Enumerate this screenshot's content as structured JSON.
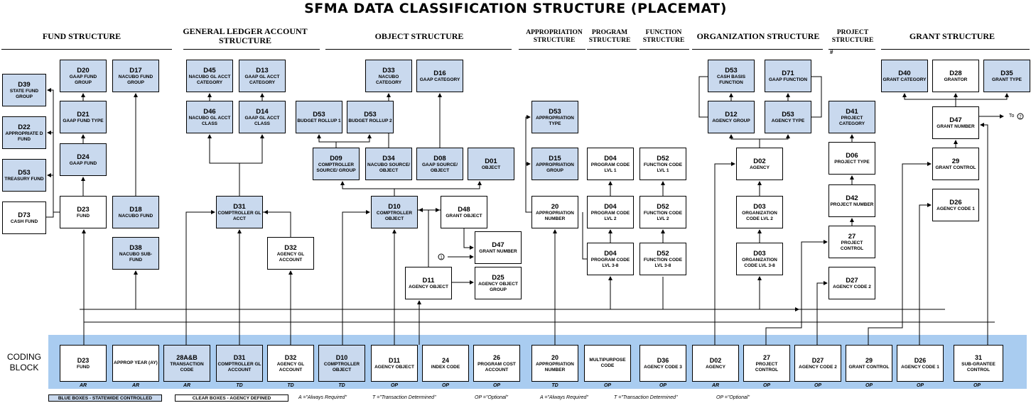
{
  "title": "SFMA DATA CLASSIFICATION STRUCTURE (PLACEMAT)",
  "sections": [
    {
      "id": "fund",
      "label": "FUND STRUCTURE"
    },
    {
      "id": "gl",
      "label": "GENERAL LEDGER ACCOUNT STRUCTURE"
    },
    {
      "id": "object",
      "label": "OBJECT STRUCTURE"
    },
    {
      "id": "appropriation",
      "label": "APPROPRIATION STRUCTURE"
    },
    {
      "id": "program",
      "label": "PROGRAM STRUCTURE"
    },
    {
      "id": "function",
      "label": "FUNCTION STRUCTURE"
    },
    {
      "id": "organization",
      "label": "ORGANIZATION STRUCTURE"
    },
    {
      "id": "project",
      "label": "PROJECT STRUCTURE"
    },
    {
      "id": "grant",
      "label": "GRANT STRUCTURE"
    }
  ],
  "section_labels": {
    "gl_line1": "GENERAL LEDGER ACCOUNT",
    "gl_line2": "STRUCTURE",
    "approp_line1": "APPROPRIATION",
    "approp_line2": "STRUCTURE",
    "program_line1": "PROGRAM",
    "program_line2": "STRUCTURE",
    "function_line1": "FUNCTION",
    "function_line2": "STRUCTURE",
    "project_line1": "PROJECT",
    "project_line2": "STRUCTURE"
  },
  "project_mark": "#",
  "boxes": {
    "d39": {
      "code": "D39",
      "name": "State Fund Group",
      "blue": true
    },
    "d22": {
      "code": "D22",
      "name": "Appropriate D Fund",
      "blue": true
    },
    "d53_treasury": {
      "code": "D53",
      "name": "Treasury Fund",
      "blue": true
    },
    "d73": {
      "code": "D73",
      "name": "Cash Fund",
      "blue": false
    },
    "d20": {
      "code": "D20",
      "name": "GAAP Fund Group",
      "blue": true
    },
    "d21": {
      "code": "D21",
      "name": "GAAP Fund Type",
      "blue": true
    },
    "d24": {
      "code": "D24",
      "name": "GAAP Fund",
      "blue": true
    },
    "d23": {
      "code": "D23",
      "name": "Fund",
      "blue": false
    },
    "d17": {
      "code": "D17",
      "name": "NACUBO Fund Group",
      "blue": true
    },
    "d18": {
      "code": "D18",
      "name": "NACUBO Fund",
      "blue": true
    },
    "d38": {
      "code": "D38",
      "name": "NACUBO Sub-Fund",
      "blue": true
    },
    "d45": {
      "code": "D45",
      "name": "NACUBO GL Acct Category",
      "blue": true
    },
    "d13": {
      "code": "D13",
      "name": "GAAP GL Acct Category",
      "blue": true
    },
    "d46": {
      "code": "D46",
      "name": "NACUBO GL Acct Class",
      "blue": true
    },
    "d14": {
      "code": "D14",
      "name": "GAAP GL Acct Class",
      "blue": true
    },
    "d31": {
      "code": "D31",
      "name": "Comptroller GL Acct",
      "blue": true
    },
    "d32": {
      "code": "D32",
      "name": "Agency GL Account",
      "blue": false
    },
    "d33": {
      "code": "D33",
      "name": "NACUBO Category",
      "blue": true
    },
    "d16": {
      "code": "D16",
      "name": "GAAP Category",
      "blue": true
    },
    "d53_br1": {
      "code": "D53",
      "name": "Budget Rollup 1",
      "blue": true
    },
    "d53_br2": {
      "code": "D53",
      "name": "Budget Rollup 2",
      "blue": true
    },
    "d09": {
      "code": "D09",
      "name": "Comptroller Source/ Group",
      "blue": true
    },
    "d34": {
      "code": "D34",
      "name": "NACUBO Source/ Object",
      "blue": true
    },
    "d08": {
      "code": "D08",
      "name": "GAAP Source/ Object",
      "blue": true
    },
    "d01": {
      "code": "D01",
      "name": "Object",
      "blue": true
    },
    "d10": {
      "code": "D10",
      "name": "Comptroller Object",
      "blue": true
    },
    "d48": {
      "code": "D48",
      "name": "Grant Object",
      "blue": false
    },
    "d47_obj": {
      "code": "D47",
      "name": "Grant Number",
      "blue": false
    },
    "d11": {
      "code": "D11",
      "name": "Agency Object",
      "blue": false
    },
    "d25": {
      "code": "D25",
      "name": "Agency Object Group",
      "blue": false
    },
    "d53_approp": {
      "code": "D53",
      "name": "Appropriation Type",
      "blue": true
    },
    "d15": {
      "code": "D15",
      "name": "Appropriation Group",
      "blue": true
    },
    "a20": {
      "code": "20",
      "name": "Appropriation Number",
      "blue": false
    },
    "d04_1": {
      "code": "D04",
      "name": "Program Code Lvl 1",
      "blue": false
    },
    "d04_2": {
      "code": "D04",
      "name": "Program Code Lvl 2",
      "blue": false
    },
    "d04_3": {
      "code": "D04",
      "name": "Program Code Lvl 3-8",
      "blue": false
    },
    "d52_1": {
      "code": "D52",
      "name": "Function Code Lvl 1",
      "blue": false
    },
    "d52_2": {
      "code": "D52",
      "name": "Function Code Lvl 2",
      "blue": false
    },
    "d52_3": {
      "code": "D52",
      "name": "Function Code Lvl 3-8",
      "blue": false
    },
    "d53_cash": {
      "code": "D53",
      "name": "Cash Basis Function",
      "blue": true
    },
    "d71": {
      "code": "D71",
      "name": "GAAP Function",
      "blue": true
    },
    "d12": {
      "code": "D12",
      "name": "Agency Group",
      "blue": true
    },
    "d53_agency": {
      "code": "D53",
      "name": "Agency Type",
      "blue": true
    },
    "d02": {
      "code": "D02",
      "name": "Agency",
      "blue": false
    },
    "d03_2": {
      "code": "D03",
      "name": "Organization Code Lvl 2",
      "blue": false
    },
    "d03_3": {
      "code": "D03",
      "name": "Organization Code Lvl 3-8",
      "blue": false
    },
    "d41": {
      "code": "D41",
      "name": "Project Category",
      "blue": true
    },
    "d06": {
      "code": "D06",
      "name": "Project Type",
      "blue": false
    },
    "d42": {
      "code": "D42",
      "name": "Project Number",
      "blue": false
    },
    "p27": {
      "code": "27",
      "name": "Project Control",
      "blue": false
    },
    "d27": {
      "code": "D27",
      "name": "Agency Code 2",
      "blue": false
    },
    "d40": {
      "code": "D40",
      "name": "Grant Category",
      "blue": true
    },
    "d28": {
      "code": "D28",
      "name": "Grantor",
      "blue": false
    },
    "d35": {
      "code": "D35",
      "name": "Grant Type",
      "blue": true
    },
    "d47_grant": {
      "code": "D47",
      "name": "Grant Number",
      "blue": false
    },
    "g29": {
      "code": "29",
      "name": "Grant Control",
      "blue": false
    },
    "d26": {
      "code": "D26",
      "name": "Agency Code 1",
      "blue": false
    }
  },
  "to_connector": "To",
  "connector_one": "1",
  "connector_two": "2",
  "coding_block": {
    "label_line1": "CODING",
    "label_line2": "BLOCK",
    "items": [
      {
        "code": "D23",
        "name": "Fund",
        "req": "AR",
        "blue": false
      },
      {
        "code": "",
        "name": "Approp Year (AY)",
        "req": "AR",
        "blue": false
      },
      {
        "code": "28A&B",
        "name": "Transaction Code",
        "req": "AR",
        "blue": true
      },
      {
        "code": "D31",
        "name": "Comptroller GL Account",
        "req": "TD",
        "blue": true
      },
      {
        "code": "D32",
        "name": "Agency GL Account",
        "req": "TD",
        "blue": false
      },
      {
        "code": "D10",
        "name": "Comptroller Object",
        "req": "TD",
        "blue": true
      },
      {
        "code": "D11",
        "name": "Agency Object",
        "req": "OP",
        "blue": false
      },
      {
        "code": "24",
        "name": "Index Code",
        "req": "OP",
        "blue": false
      },
      {
        "code": "26",
        "name": "Program Cost Account",
        "req": "OP",
        "blue": false
      },
      {
        "code": "20",
        "name": "Appropriation Number",
        "req": "TD",
        "blue": false
      },
      {
        "code": "",
        "name": "Multipurpose Code",
        "req": "OP",
        "blue": false
      },
      {
        "code": "D36",
        "name": "Agency Code 3",
        "req": "OP",
        "blue": false
      },
      {
        "code": "D02",
        "name": "Agency",
        "req": "AR",
        "blue": false
      },
      {
        "code": "27",
        "name": "Project Control",
        "req": "OP",
        "blue": false
      },
      {
        "code": "D27",
        "name": "Agency Code 2",
        "req": "OP",
        "blue": false
      },
      {
        "code": "29",
        "name": "Grant Control",
        "req": "OP",
        "blue": false
      },
      {
        "code": "D26",
        "name": "Agency Code 1",
        "req": "OP",
        "blue": false
      },
      {
        "code": "31",
        "name": "Sub-Grantee Control",
        "req": "OP",
        "blue": false
      }
    ]
  },
  "legend": {
    "blue_label": "BLUE BOXES - STATEWIDE CONTROLLED",
    "clear_label": "CLEAR BOXES - AGENCY DEFINED",
    "notes": [
      "A =\"Always Required\"",
      "T =\"Transaction Determined\"",
      "OP =\"Optional\"",
      "A =\"Always Required\"",
      "T =\"Transaction Determined\"",
      "OP =\"Optional\""
    ]
  },
  "colors": {
    "blue_box": "#c9d9ee",
    "coding_band": "#a9ccf0",
    "line": "#000000"
  }
}
